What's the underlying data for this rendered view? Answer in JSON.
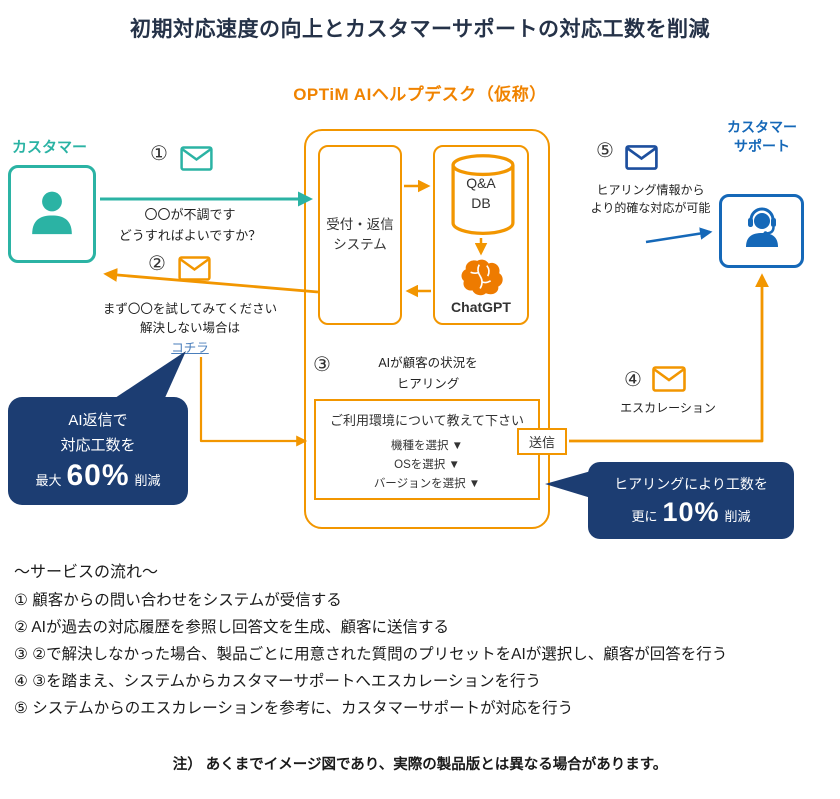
{
  "colors": {
    "title_navy": "#253248",
    "brand_orange": "#F29600",
    "customer_teal": "#2BB3A4",
    "support_blue": "#1568B8",
    "bubble_navy": "#1C3D72",
    "link_blue": "#4A7EBB"
  },
  "header": {
    "title": "初期対応速度の向上とカスタマーサポートの対応工数を削減",
    "subtitle": "OPTiM  AIヘルプデスク（仮称）"
  },
  "actors": {
    "customer": {
      "label": "カスタマー"
    },
    "support": {
      "line1": "カスタマー",
      "line2": "サポート"
    }
  },
  "system": {
    "reception": {
      "line1": "受付・返信",
      "line2": "システム"
    },
    "qadb": {
      "line1": "Q&A",
      "line2": "DB"
    },
    "chatgpt_label": "ChatGPT"
  },
  "steps": {
    "s1": {
      "num": "①",
      "line1": "〇〇が不調です",
      "line2": "どうすればよいですか？"
    },
    "s2": {
      "num": "②",
      "line1": "まず〇〇を試してみてください",
      "line2": "解決しない場合は",
      "link": "コチラ"
    },
    "s3": {
      "num": "③",
      "line1": "AIが顧客の状況を",
      "line2": "ヒアリング"
    },
    "s4": {
      "num": "④",
      "label": "エスカレーション"
    },
    "s5": {
      "num": "⑤",
      "line1": "ヒアリング情報から",
      "line2": "より的確な対応が可能"
    }
  },
  "hearing": {
    "title": "ご利用環境について教えて下さい",
    "options": [
      "機種を選択 ▼",
      "OSを選択 ▼",
      "バージョンを選択 ▼"
    ],
    "send": "送信"
  },
  "bubbles": {
    "left": {
      "line1": "AI返信で",
      "line2": "対応工数を",
      "prefix": "最大",
      "big": "60%",
      "suffix": "削減"
    },
    "right": {
      "line1": "ヒアリングにより工数を",
      "prefix": "更に",
      "big": "10%",
      "suffix": "削減"
    }
  },
  "flow": {
    "heading": "〜サービスの流れ〜",
    "items": [
      "①  顧客からの問い合わせをシステムが受信する",
      "②  AIが過去の対応履歴を参照し回答文を生成、顧客に送信する",
      "③  ②で解決しなかった場合、製品ごとに用意された質問のプリセットをAIが選択し、顧客が回答を行う",
      "④  ③を踏まえ、システムからカスタマーサポートへエスカレーションを行う",
      "⑤  システムからのエスカレーションを参考に、カスタマーサポートが対応を行う"
    ],
    "note": "注） あくまでイメージ図であり、実際の製品版とは異なる場合があります。"
  }
}
